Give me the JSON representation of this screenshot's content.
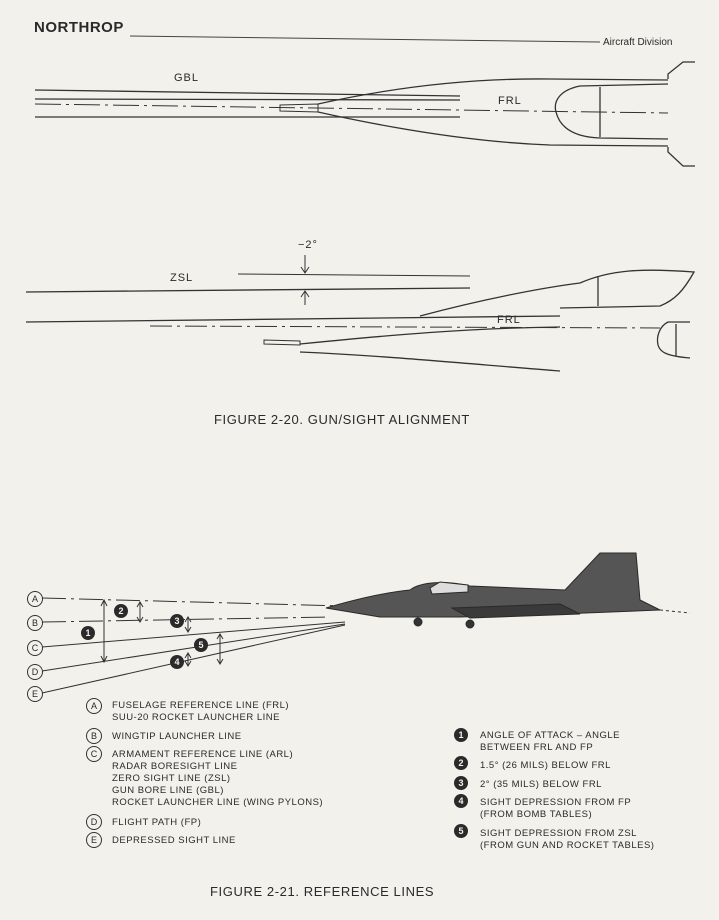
{
  "header": {
    "brand": "NORTHROP",
    "division": "Aircraft Division"
  },
  "figure_20": {
    "caption": "FIGURE 2-20.  GUN/SIGHT ALIGNMENT",
    "top_labels": {
      "gbl": "GBL",
      "frl": "FRL"
    },
    "bottom_labels": {
      "angle": "−2°",
      "zsl": "ZSL",
      "frl": "FRL"
    }
  },
  "figure_21": {
    "caption": "FIGURE 2-21.  REFERENCE LINES",
    "line_markers": [
      "A",
      "B",
      "C",
      "D",
      "E"
    ],
    "number_markers": [
      "1",
      "2",
      "3",
      "4",
      "5"
    ],
    "legend_left": [
      {
        "marker": "A",
        "lines": [
          "FUSELAGE REFERENCE LINE (FRL)",
          "SUU-20 ROCKET LAUNCHER LINE"
        ]
      },
      {
        "marker": "B",
        "lines": [
          "WINGTIP LAUNCHER LINE"
        ]
      },
      {
        "marker": "C",
        "lines": [
          "ARMAMENT REFERENCE LINE (ARL)",
          "RADAR BORESIGHT LINE",
          "ZERO SIGHT LINE (ZSL)",
          "GUN BORE LINE (GBL)",
          "ROCKET LAUNCHER LINE (WING PYLONS)"
        ]
      },
      {
        "marker": "D",
        "lines": [
          "FLIGHT PATH (FP)"
        ]
      },
      {
        "marker": "E",
        "lines": [
          "DEPRESSED SIGHT LINE"
        ]
      }
    ],
    "legend_right": [
      {
        "marker": "1",
        "lines": [
          "ANGLE OF ATTACK – ANGLE",
          "BETWEEN FRL AND FP"
        ]
      },
      {
        "marker": "2",
        "lines": [
          "1.5° (26 MILS) BELOW FRL"
        ]
      },
      {
        "marker": "3",
        "lines": [
          "2° (35 MILS) BELOW FRL"
        ]
      },
      {
        "marker": "4",
        "lines": [
          "SIGHT DEPRESSION FROM FP",
          "(FROM BOMB TABLES)"
        ]
      },
      {
        "marker": "5",
        "lines": [
          "SIGHT DEPRESSION FROM ZSL",
          "(FROM GUN AND ROCKET TABLES)"
        ]
      }
    ]
  }
}
